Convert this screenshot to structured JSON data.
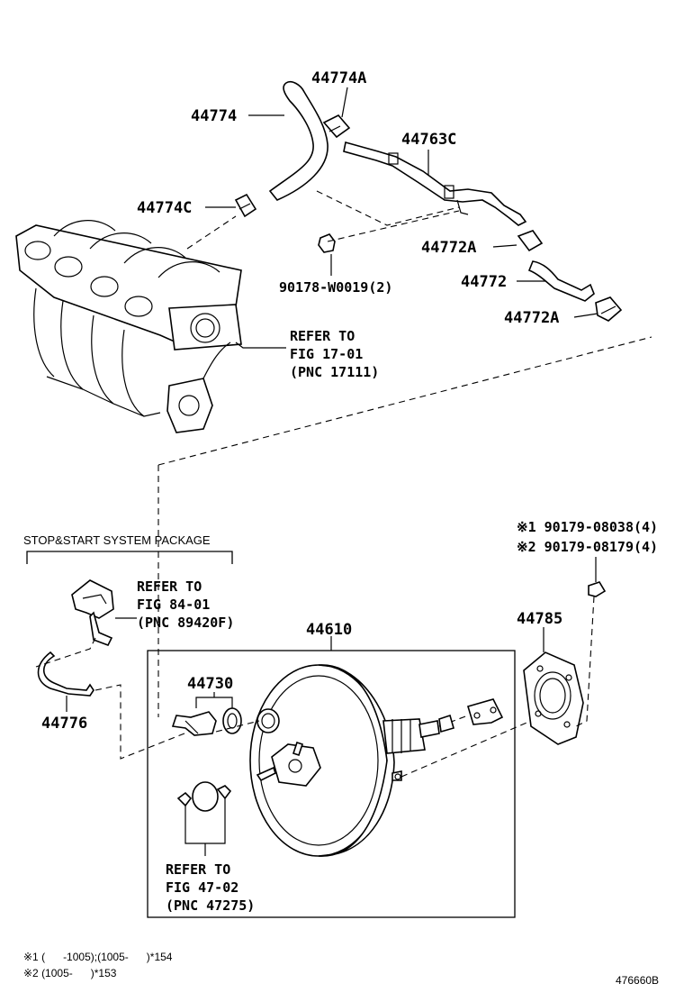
{
  "diagram": {
    "parts": {
      "p44774A": "44774A",
      "p44774": "44774",
      "p44763C": "44763C",
      "p44774C": "44774C",
      "p44772A_top": "44772A",
      "p90178": "90178-W0019(2)",
      "p44772": "44772",
      "p44772A_bottom": "44772A",
      "p44610": "44610",
      "p44730": "44730",
      "p44785": "44785",
      "p44776": "44776"
    },
    "refs": {
      "ref1": {
        "line1": "REFER TO",
        "line2": "FIG 17-01",
        "line3": "(PNC 17111)"
      },
      "ref2": {
        "line1": "REFER TO",
        "line2": "FIG 84-01",
        "line3": "(PNC 89420F)"
      },
      "ref3": {
        "line1": "REFER TO",
        "line2": "FIG 47-02",
        "line3": "(PNC 47275)"
      }
    },
    "package_label": "STOP&START SYSTEM PACKAGE",
    "bolts": {
      "bolt1": "※1 90179-08038(4)",
      "bolt2": "※2 90179-08179(4)"
    },
    "footnotes": {
      "note1": "※1 (      -1005);(1005-      )*154",
      "note2": "※2 (1005-      )*153"
    },
    "figure_id": "476660B"
  }
}
